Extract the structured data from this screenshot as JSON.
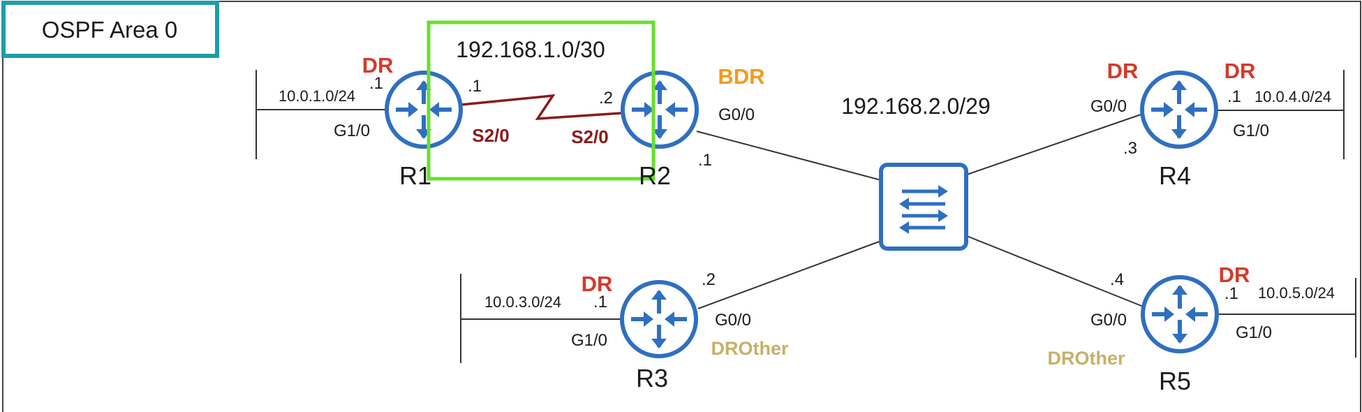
{
  "colors": {
    "router_blue": "#2f6fc0",
    "dr": "#d43a2a",
    "bdr": "#f29a1c",
    "drother": "#c8b06a",
    "serial_link": "#8b1a1a",
    "area_border": "#1e9ca8",
    "highlight_box": "#66e02e",
    "line": "#333333"
  },
  "area": {
    "label": "OSPF Area 0"
  },
  "networks": {
    "serial_net": "192.168.1.0/30",
    "switch_net": "192.168.2.0/29",
    "r1_lan": "10.0.1.0/24",
    "r3_lan": "10.0.3.0/24",
    "r4_lan": "10.0.4.0/24",
    "r5_lan": "10.0.5.0/24"
  },
  "routers": {
    "r1": {
      "name": "R1",
      "role_lan": "DR",
      "lan_if": "G1/0",
      "lan_ip": ".1",
      "ser_if": "S2/0",
      "ser_ip": ".1",
      "icon": "router-icon"
    },
    "r2": {
      "name": "R2",
      "role_sw": "BDR",
      "ser_if": "S2/0",
      "ser_ip": ".2",
      "sw_if": "G0/0",
      "sw_ip": ".1",
      "icon": "router-icon"
    },
    "r3": {
      "name": "R3",
      "role_lan": "DR",
      "role_sw": "DROther",
      "lan_if": "G1/0",
      "lan_ip": ".1",
      "sw_if": "G0/0",
      "sw_ip": ".2",
      "icon": "router-icon"
    },
    "r4": {
      "name": "R4",
      "role_sw": "DR",
      "role_lan": "DR",
      "sw_if": "G0/0",
      "sw_ip": ".3",
      "lan_if": "G1/0",
      "lan_ip": ".1",
      "icon": "router-icon"
    },
    "r5": {
      "name": "R5",
      "role_lan": "DR",
      "role_sw": "DROther",
      "sw_if": "G0/0",
      "sw_ip": ".4",
      "lan_if": "G1/0",
      "lan_ip": ".1",
      "icon": "router-icon"
    }
  },
  "switch": {
    "icon": "switch-icon"
  }
}
